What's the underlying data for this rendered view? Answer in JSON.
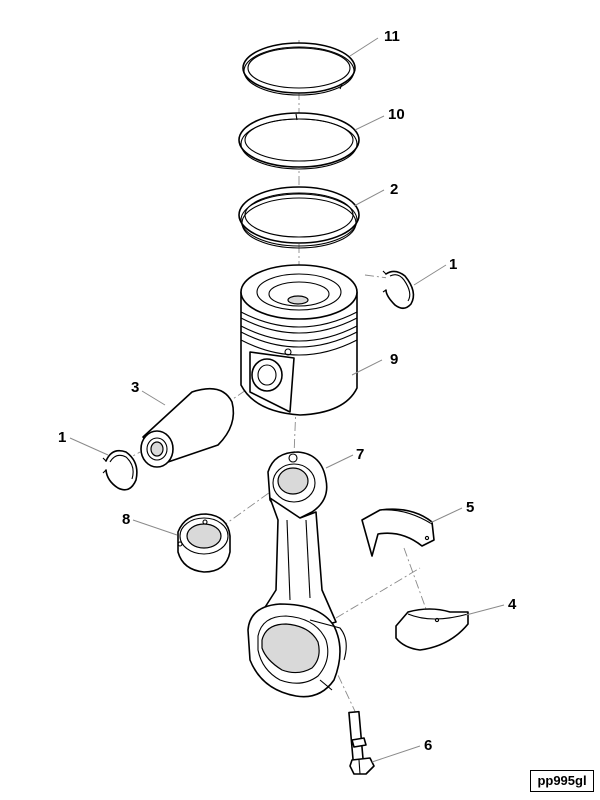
{
  "diagram": {
    "callouts": {
      "c11": "11",
      "c10": "10",
      "c2": "2",
      "c1_top": "1",
      "c9": "9",
      "c3": "3",
      "c1_left": "1",
      "c7": "7",
      "c5": "5",
      "c8": "8",
      "c4": "4",
      "c6": "6"
    },
    "figure_id": "pp995gl"
  },
  "colors": {
    "line": "#000000",
    "leader": "#8a8a8a",
    "background": "#ffffff"
  }
}
